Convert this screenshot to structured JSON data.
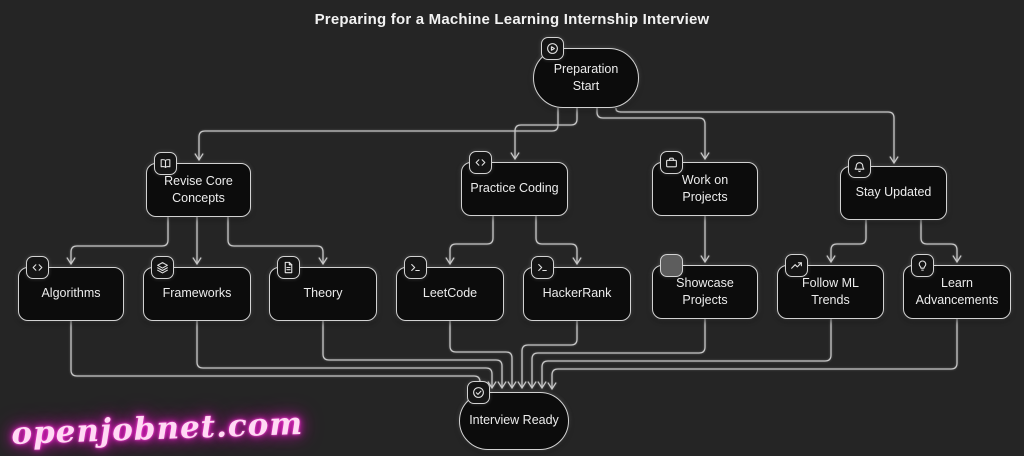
{
  "title": "Preparing for a Machine Learning Internship Interview",
  "watermark": "openjobnet.com",
  "colors": {
    "background": "#252525",
    "node_fill": "#0c0c0c",
    "node_border": "#d2d2d2",
    "connector": "#c6c6c6",
    "text": "#ececec",
    "watermark_neon_pink": "#ff4fd8"
  },
  "nodes": [
    {
      "id": "preparation-start",
      "label": "Preparation Start",
      "icon": "play-circle-icon",
      "shape": "stadium"
    },
    {
      "id": "revise-core-concepts",
      "label": "Revise Core Concepts",
      "icon": "book-open-icon",
      "shape": "rect"
    },
    {
      "id": "practice-coding",
      "label": "Practice Coding",
      "icon": "code-icon",
      "shape": "rect"
    },
    {
      "id": "work-on-projects",
      "label": "Work on Projects",
      "icon": "briefcase-icon",
      "shape": "rect"
    },
    {
      "id": "stay-updated",
      "label": "Stay Updated",
      "icon": "bell-icon",
      "shape": "rect"
    },
    {
      "id": "algorithms",
      "label": "Algorithms",
      "icon": "code-icon",
      "shape": "rect"
    },
    {
      "id": "frameworks",
      "label": "Frameworks",
      "icon": "layers-icon",
      "shape": "rect"
    },
    {
      "id": "theory",
      "label": "Theory",
      "icon": "file-text-icon",
      "shape": "rect"
    },
    {
      "id": "leetcode",
      "label": "LeetCode",
      "icon": "terminal-icon",
      "shape": "rect"
    },
    {
      "id": "hackerrank",
      "label": "HackerRank",
      "icon": "terminal-icon",
      "shape": "rect"
    },
    {
      "id": "showcase-projects",
      "label": "Showcase Projects",
      "icon": "filled-square-icon",
      "shape": "rect"
    },
    {
      "id": "follow-ml-trends",
      "label": "Follow ML Trends",
      "icon": "trending-up-icon",
      "shape": "rect"
    },
    {
      "id": "learn-advancements",
      "label": "Learn Advancements",
      "icon": "lightbulb-icon",
      "shape": "rect"
    },
    {
      "id": "interview-ready",
      "label": "Interview Ready",
      "icon": "check-circle-icon",
      "shape": "stadium"
    }
  ],
  "edges": [
    {
      "from": "preparation-start",
      "to": "revise-core-concepts"
    },
    {
      "from": "preparation-start",
      "to": "practice-coding"
    },
    {
      "from": "preparation-start",
      "to": "work-on-projects"
    },
    {
      "from": "preparation-start",
      "to": "stay-updated"
    },
    {
      "from": "revise-core-concepts",
      "to": "algorithms"
    },
    {
      "from": "revise-core-concepts",
      "to": "frameworks"
    },
    {
      "from": "revise-core-concepts",
      "to": "theory"
    },
    {
      "from": "practice-coding",
      "to": "leetcode"
    },
    {
      "from": "practice-coding",
      "to": "hackerrank"
    },
    {
      "from": "work-on-projects",
      "to": "showcase-projects"
    },
    {
      "from": "stay-updated",
      "to": "follow-ml-trends"
    },
    {
      "from": "stay-updated",
      "to": "learn-advancements"
    },
    {
      "from": "algorithms",
      "to": "interview-ready"
    },
    {
      "from": "frameworks",
      "to": "interview-ready"
    },
    {
      "from": "theory",
      "to": "interview-ready"
    },
    {
      "from": "leetcode",
      "to": "interview-ready"
    },
    {
      "from": "hackerrank",
      "to": "interview-ready"
    },
    {
      "from": "showcase-projects",
      "to": "interview-ready"
    },
    {
      "from": "follow-ml-trends",
      "to": "interview-ready"
    },
    {
      "from": "learn-advancements",
      "to": "interview-ready"
    }
  ]
}
